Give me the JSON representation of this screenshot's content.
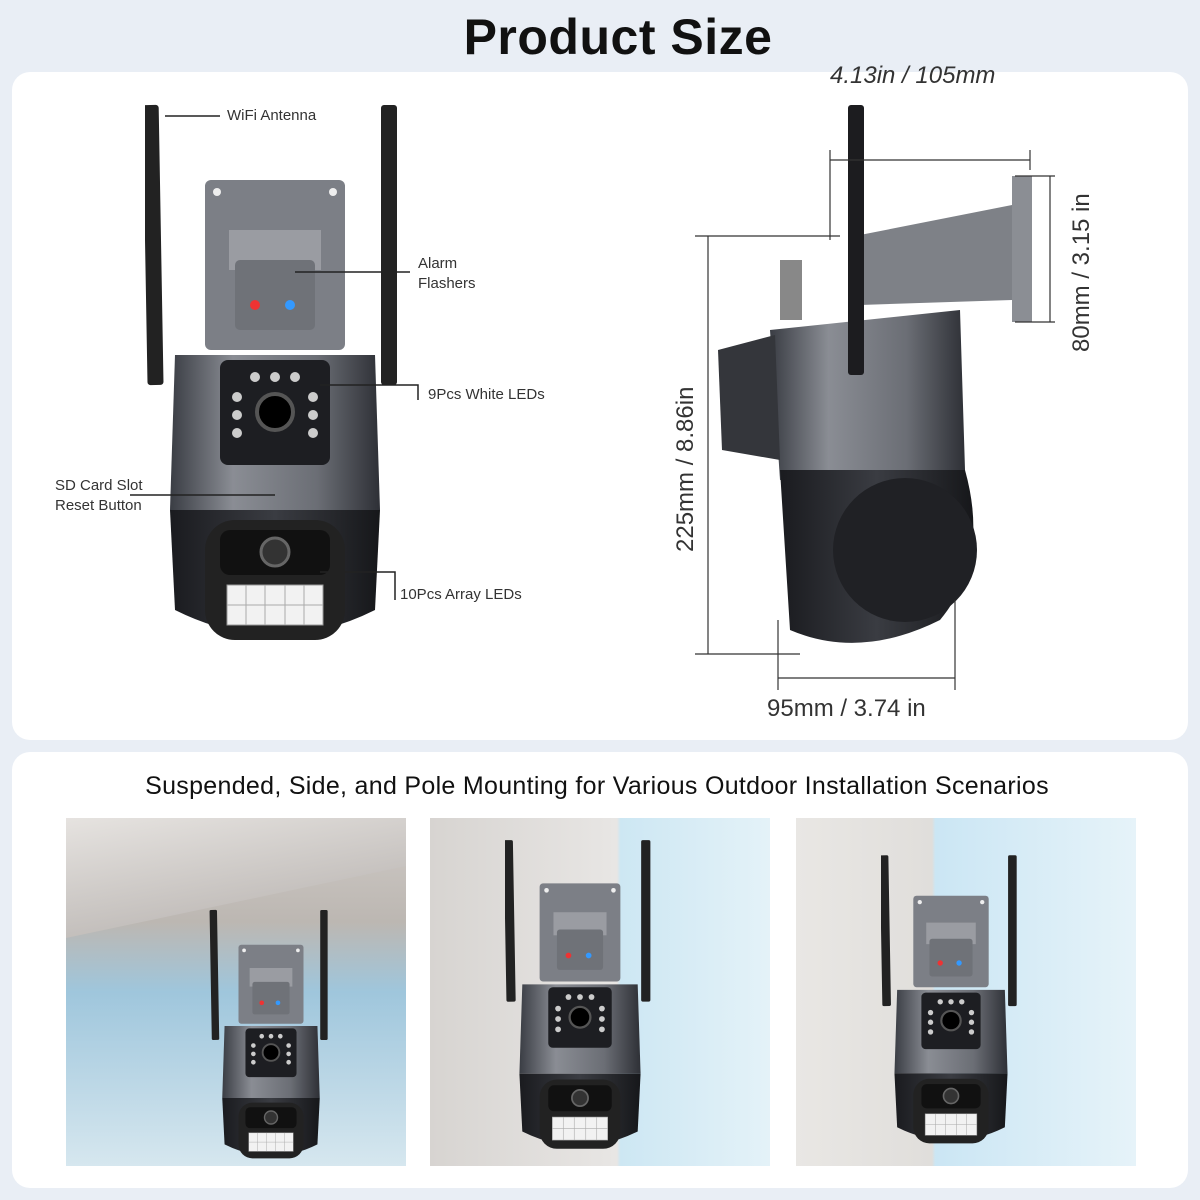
{
  "title": "Product Size",
  "callouts": {
    "antenna": "WiFi Antenna",
    "alarm_line1": "Alarm",
    "alarm_line2": "Flashers",
    "white_leds": "9Pcs White LEDs",
    "sd_line1": "SD Card Slot",
    "sd_line2": "Reset Button",
    "array_leds": "10Pcs Array LEDs"
  },
  "dimensions": {
    "width_top": "4.13in / 105mm",
    "bracket_height": "80mm / 3.15 in",
    "total_height": "225mm  / 8.86in",
    "body_width": "95mm  / 3.74 in"
  },
  "mounting": {
    "heading": "Suspended, Side, and Pole Mounting for Various Outdoor Installation Scenarios",
    "scenes": [
      "suspended",
      "side",
      "pole"
    ]
  }
}
